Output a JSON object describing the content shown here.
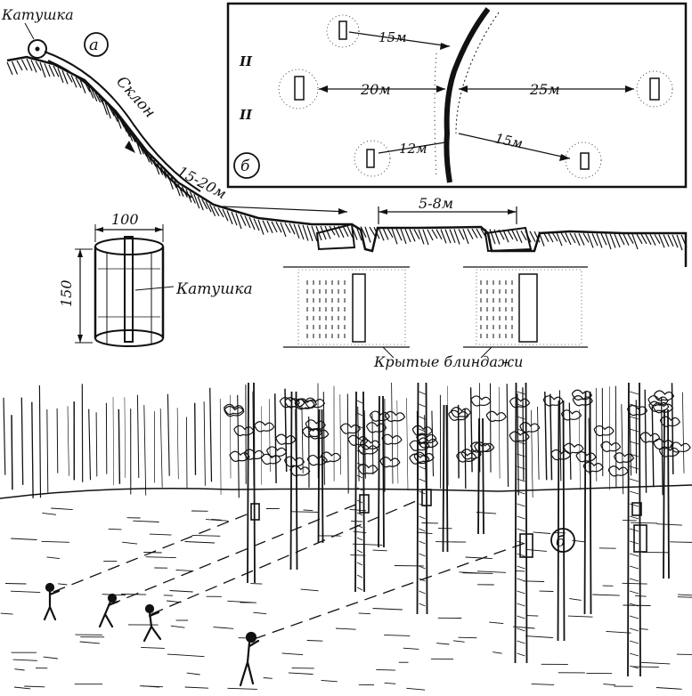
{
  "labels": {
    "reel_top": "Катушка",
    "slope": "Склон",
    "marker_a": "а",
    "marker_b_plan": "б",
    "marker_b_forest": "б",
    "dist_slope": "15-20м",
    "dist_pits": "5-8м",
    "reel_side": "Катушка",
    "covered_dugouts": "Крытые блиндажи",
    "dim_width": "100",
    "dim_height": "150",
    "plan_15_top": "15м",
    "plan_20": "20м",
    "plan_25": "25м",
    "plan_12": "12м",
    "plan_15_bottom": "15м",
    "roman_upper": "II",
    "roman_lower": "II"
  },
  "colors": {
    "ink": "#111111",
    "paper": "#ffffff"
  }
}
